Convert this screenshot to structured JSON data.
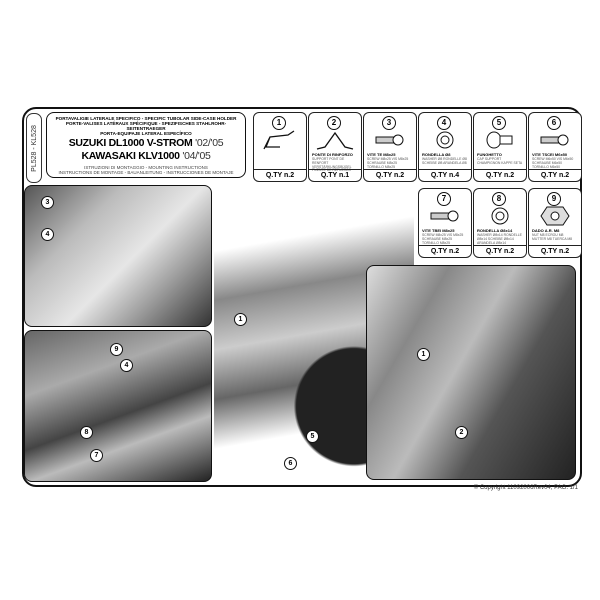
{
  "side_label": "PL528 - KL528",
  "header": {
    "subtitle_lines": [
      "PORTAVALIGIE LATERALE SPECIFICO - SPECIFIC TUBOLAR SIDE-CASE HOLDER",
      "PORTE-VALISES LATÉRAUX SPÉCIFIQUE - SPEZIFISCHES STAHLROHR-SEITENTRAEGER",
      "PORTA-EQUIPAJE LATERAL ESPECÍFICO"
    ],
    "models": [
      {
        "name": "SUZUKI DL1000 V-STROM",
        "years": "'02/'05"
      },
      {
        "name": "KAWASAKI KLV1000",
        "years": "'04/'05"
      }
    ],
    "instructions_lines": [
      "ISTRUZIONI DI MONTAGGIO - MOUNTING INSTRUCTIONS",
      "INSTRUCTIONS DE MONTAGE - BAUANLEITUNG - INSTRUCCIONES DE MONTAJE"
    ]
  },
  "parts": [
    {
      "num": "1",
      "name": "",
      "desc": "",
      "qty": "Q.TY n.2",
      "icon": "side-frame"
    },
    {
      "num": "2",
      "name": "PONTE DI RINFORZO",
      "desc": "SUPPORT PONT DE RENFORT VERSTÄRKUNGSBÜGEL PUENTE DE REFUERZO",
      "qty": "Q.TY n.1",
      "icon": "bracket"
    },
    {
      "num": "3",
      "name": "VITE TE M8x25",
      "desc": "SCREW M8x25 VIS M8x25 SCHRAUBE M8x25 TORNILLO M8x25",
      "qty": "Q.TY n.2",
      "icon": "bolt"
    },
    {
      "num": "4",
      "name": "RONDELLA Ø8",
      "desc": "WASHER Ø8 RONDELLE Ø8 SCHEIBE Ø8 ARANDELA Ø8",
      "qty": "Q.TY n.4",
      "icon": "washer"
    },
    {
      "num": "5",
      "name": "FUNGHETTO",
      "desc": "CAP SUPPORT CHAMPIGNON KAPPE SETA",
      "qty": "Q.TY n.2",
      "icon": "spacer"
    },
    {
      "num": "6",
      "name": "VITE TSCEI M6x50",
      "desc": "SCREW M6x50 VIS M6x50 SCHRAUBE M6x50 TORNILLO M6x50",
      "qty": "Q.TY n.2",
      "icon": "bolt"
    },
    {
      "num": "7",
      "name": "VITE TBEI M8x25",
      "desc": "SCREW M8x25 VIS M8x25 SCHRAUBE M8x25 TORNILLO M8x25",
      "qty": "Q.TY n.2",
      "icon": "bolt"
    },
    {
      "num": "8",
      "name": "RONDELLA Ø8x14",
      "desc": "WASHER Ø8x14 RONDELLE Ø8x14 SCHEIBE Ø8x14 ARANDELA Ø8x14",
      "qty": "Q.TY n.2",
      "icon": "washer"
    },
    {
      "num": "9",
      "name": "DADO A.R. M8",
      "desc": "NUT M8 ECROU M8 MUTTER M8 TUERCA M8",
      "qty": "Q.TY n.2",
      "icon": "nut"
    }
  ],
  "callouts": {
    "tl": [
      "3",
      "4"
    ],
    "bl": [
      "9",
      "4",
      "8",
      "7"
    ],
    "c": [
      "1",
      "5",
      "6"
    ],
    "r": [
      "1",
      "2"
    ]
  },
  "copyright": "© Copyright 11092006Rev04, PAG. 1/1"
}
